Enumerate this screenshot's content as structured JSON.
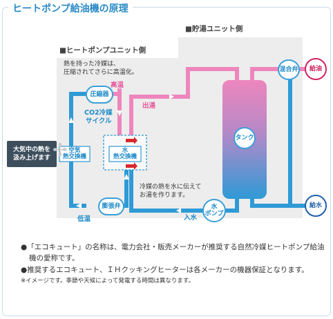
{
  "title": "ヒートポンプ給油機の原理",
  "sections": {
    "tank_side": "■貯湯ユニット側",
    "heatpump_side": "■ヒートポンプユニット側"
  },
  "captions": {
    "refrigerant_note": [
      "熱を持った冷媒は、",
      "圧縮されてさらに高温化。"
    ],
    "transfer_note": [
      "冷媒の熱を水に伝えて",
      "お湯を作ります。"
    ]
  },
  "labels": {
    "high_temp": "高温",
    "low_temp": "低温",
    "co2": [
      "CO2冷媒",
      "サイクル"
    ],
    "hot_out": "出湯",
    "water_in": "入水",
    "air_in": [
      "大気中の熱を",
      "汲み上げます"
    ]
  },
  "components": {
    "compressor": "圧縮器",
    "air_hx": [
      "空気",
      "熱交換機"
    ],
    "water_hx": [
      "水",
      "熱交換機"
    ],
    "expansion_valve": "膨張弁",
    "water_pump": [
      "水",
      "ポンプ"
    ],
    "tank": "タンク",
    "mix_valve": "混合弁",
    "supply_oil": "給油",
    "supply_water": "給水"
  },
  "notes": [
    "●「エコキュート」の名称は、電力会社・販売メーカーが推奨する自然冷媒ヒートポンプ給油機の愛称です。",
    "●推奨するエコキュート、ＩＨクッキングヒーターは各メーカーの機器保証となります。"
  ],
  "footnote": "※イメージです。季節や天候によって発電する時間は異なります。",
  "colors": {
    "accent": "#2b8ac6",
    "pipe_blue": "#2f9ad6",
    "pipe_pink": "#ee86bd",
    "panel": "#ededed",
    "arrow_red": "#d8282c",
    "supply_oil": "#d0245c"
  }
}
